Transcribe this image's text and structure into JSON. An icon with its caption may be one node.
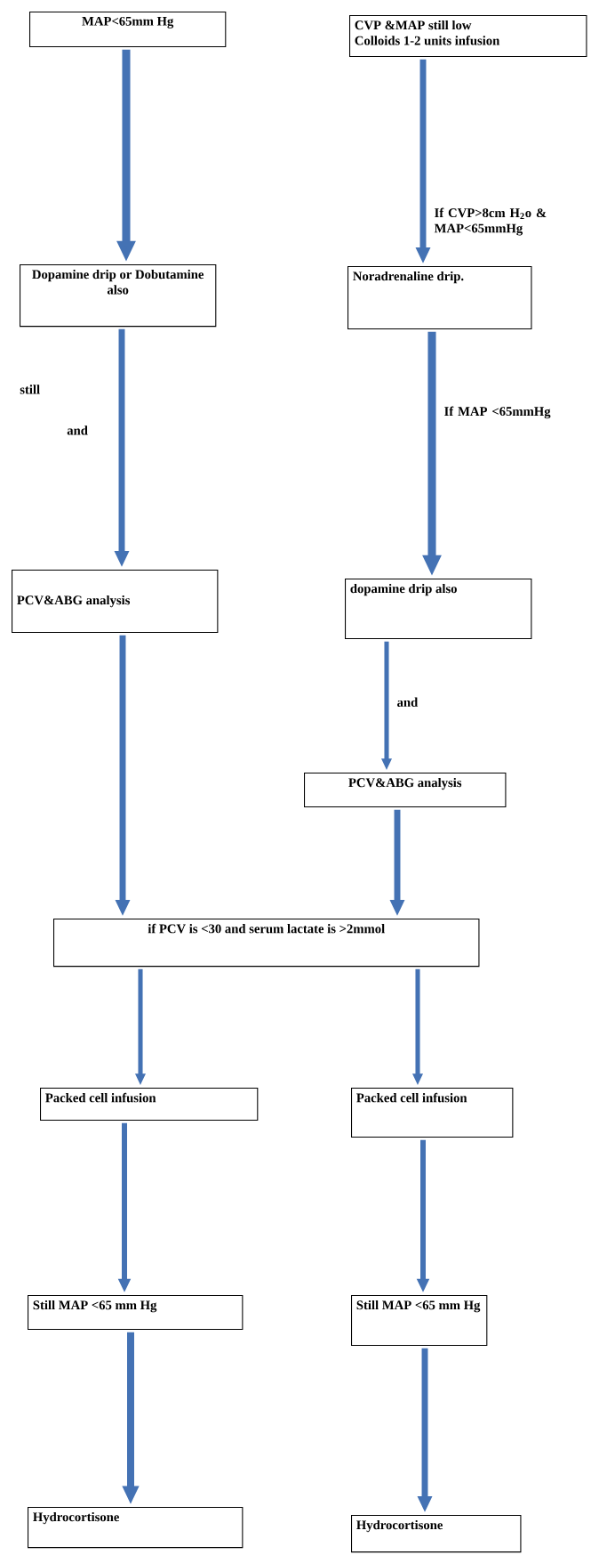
{
  "diagram": {
    "nodes": [
      {
        "text": [
          "MAP<65mm Hg"
        ]
      },
      {
        "text": [
          "CVP &MAP still low",
          "Colloids 1-2 units infusion"
        ]
      },
      {
        "text": [
          "Dopamine drip or Dobutamine also"
        ]
      },
      {
        "text": [
          "Noradrenaline drip."
        ]
      },
      {
        "text": [
          "PCV&ABG analysis"
        ]
      },
      {
        "text": [
          "dopamine drip also"
        ]
      },
      {
        "text": [
          "PCV&ABG analysis"
        ]
      },
      {
        "text": [
          "if PCV is <30 and serum lactate is >2mmol"
        ]
      },
      {
        "text": [
          "Packed cell infusion"
        ]
      },
      {
        "text": [
          "Packed cell infusion"
        ]
      },
      {
        "text": [
          "Still MAP <65 mm Hg"
        ]
      },
      {
        "text": [
          "Still MAP <65 mm Hg"
        ]
      },
      {
        "text": [
          "Hydrocortisone"
        ]
      },
      {
        "text": [
          "Hydrocortisone"
        ]
      }
    ],
    "edges": [
      {
        "from": 0,
        "to": 2,
        "arrow": "to"
      },
      {
        "from": 1,
        "to": 3,
        "arrow": "to",
        "label": "If CVP>8cm H$_{2}$o & MAP<65mmHg"
      },
      {
        "from": 2,
        "to": 4,
        "arrow": "to"
      },
      {
        "from": 3,
        "to": 5,
        "arrow": "to",
        "label": "If MAP <65mmHg"
      },
      {
        "from": 4,
        "to": 7,
        "arrow": "to"
      },
      {
        "from": 5,
        "to": 6,
        "arrow": "to",
        "label": "and"
      },
      {
        "from": 6,
        "to": 7,
        "arrow": "to"
      },
      {
        "from": 7,
        "to": 8,
        "arrow": "to"
      },
      {
        "from": 7,
        "to": 9,
        "arrow": "to"
      },
      {
        "from": 8,
        "to": 10,
        "arrow": "to"
      },
      {
        "from": 9,
        "to": 11,
        "arrow": "to"
      },
      {
        "from": 10,
        "to": 12,
        "arrow": "to"
      },
      {
        "from": 11,
        "to": 13,
        "arrow": "to"
      }
    ],
    "labels": [
      "still",
      "and"
    ]
  }
}
